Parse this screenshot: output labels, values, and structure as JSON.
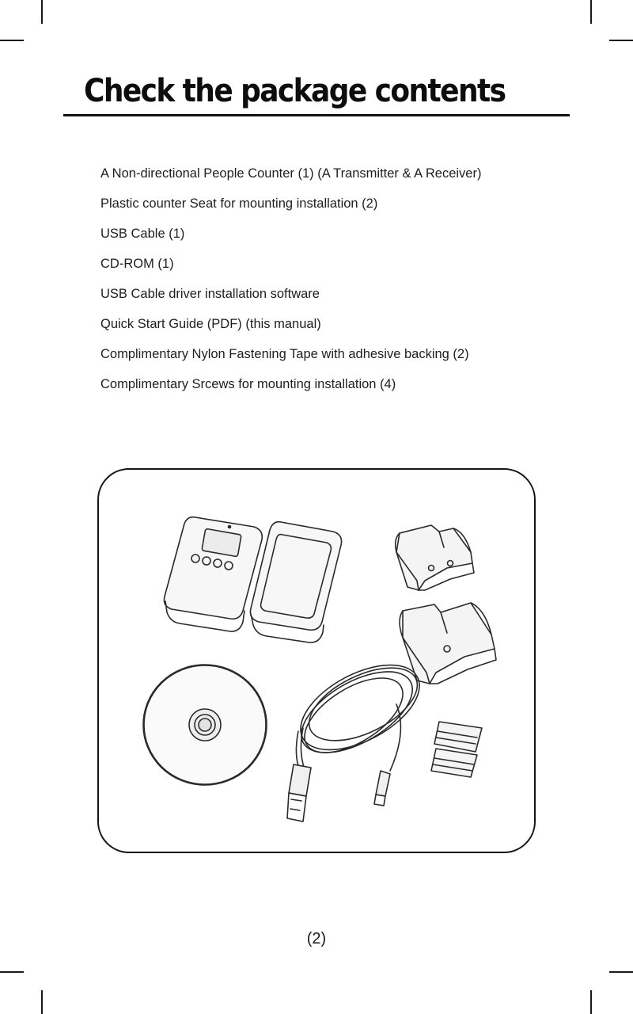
{
  "page": {
    "title": "Check the package contents",
    "page_number": "(2)"
  },
  "contents": [
    "A Non-directional People Counter (1) (A Transmitter & A Receiver)",
    "Plastic counter Seat for mounting installation (2)",
    "USB Cable (1)",
    "CD-ROM (1)",
    "USB Cable driver installation software",
    "Quick Start Guide (PDF) (this manual)",
    "Complimentary Nylon Fastening Tape with adhesive backing (2)",
    "Complimentary Srcews for mounting installation (4)"
  ],
  "colors": {
    "ink": "#1a1a1a",
    "background": "#ffffff"
  }
}
